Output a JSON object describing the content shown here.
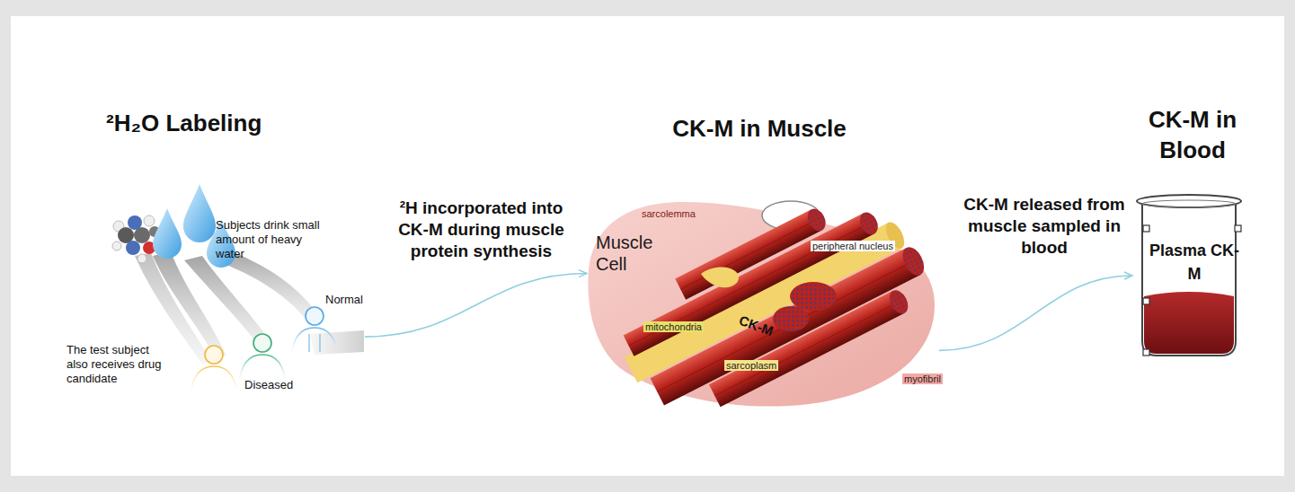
{
  "diagram": {
    "nodes": [
      {
        "text": [
          "Normal"
        ]
      },
      {
        "text": [
          "CK-M in Muscle",
          "Muscle Cell"
        ]
      },
      {
        "text": [
          "CK-M in Blood",
          "Plasma CK-M"
        ]
      }
    ],
    "edges": [
      {
        "from": 0,
        "to": 1,
        "label": "²H incorporated into CK-M during muscle protein synthesis",
        "arrow": "to"
      },
      {
        "from": 1,
        "to": 2,
        "label": "CK-M released from muscle sampled in blood",
        "arrow": "to"
      }
    ],
    "labels": [
      "²H₂O Labeling",
      "Subjects drink small amount of heavy water",
      "The test subject also receives drug candidate",
      "Diseased",
      "sarcolemma",
      "peripheral nucleus",
      "mitochondria",
      "CK-M",
      "sarcoplasm",
      "myofibril"
    ]
  }
}
